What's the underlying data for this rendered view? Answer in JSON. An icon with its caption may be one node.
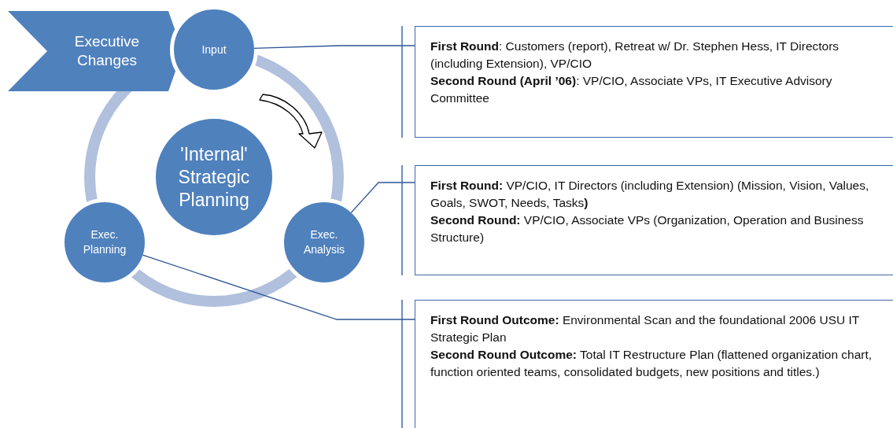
{
  "diagram": {
    "nodes": [
      {
        "text": [
          "Executive Changes"
        ]
      },
      {
        "text": [
          "Input"
        ]
      },
      {
        "text": [
          "'Internal' Strategic Planning"
        ]
      },
      {
        "text": [
          "Exec. Analysis"
        ]
      },
      {
        "text": [
          "Exec. Planning"
        ]
      },
      {
        "text": [
          "**First Round**: Customers (report), Retreat w/ Dr. Stephen Hess, IT Directors (including Extension), VP/CIO",
          "**Second Round (April ’06)**: VP/CIO, Associate VPs, IT Executive Advisory Committee"
        ]
      },
      {
        "text": [
          "**First Round:** VP/CIO, IT Directors (including Extension) (Mission, Vision, Values, Goals, SWOT, Needs, Tasks**)**",
          "**Second Round:** VP/CIO, Associate VPs (Organization, Operation and Business Structure)"
        ]
      },
      {
        "text": [
          "**First Round Outcome:** Environmental Scan and the foundational 2006 USU IT Strategic Plan",
          "**Second Round Outcome:** Total IT Restructure Plan (flattened organization chart, function oriented teams, consolidated budgets, new positions and titles.)"
        ]
      }
    ],
    "edges": [
      {
        "from": 1,
        "to": 5,
        "arrow": "none"
      },
      {
        "from": 3,
        "to": 6,
        "arrow": "none"
      },
      {
        "from": 4,
        "to": 7,
        "arrow": "none"
      }
    ]
  }
}
